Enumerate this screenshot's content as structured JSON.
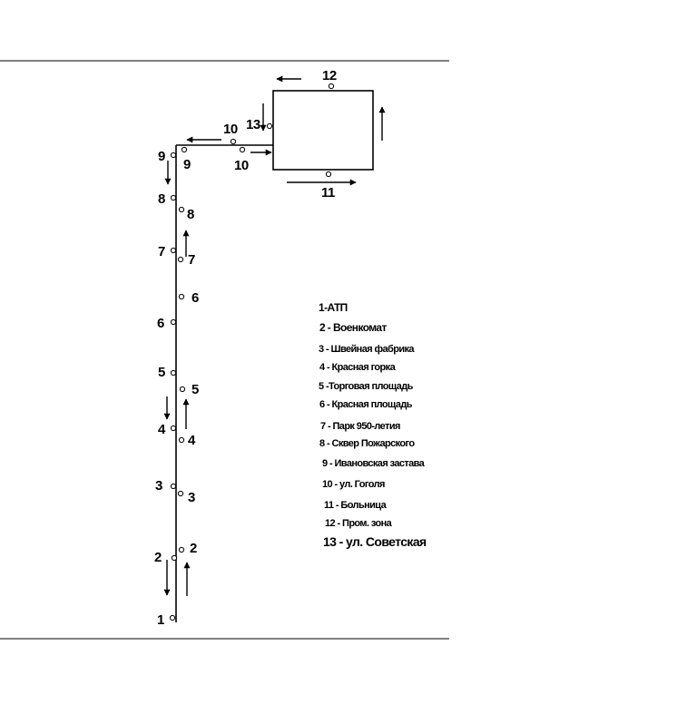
{
  "stop_labels": {
    "s1": "1",
    "s2": "2",
    "s3": "3",
    "s4": "4",
    "s5": "5",
    "s6": "6",
    "s7": "7",
    "s8": "8",
    "s9": "9",
    "s10": "10",
    "s11": "11",
    "s12": "12",
    "s13": "13"
  },
  "legend": [
    "1-АТП",
    "2 - Военкомат",
    "3 - Швейная фабрика",
    "4 - Красная горка",
    "5 -Торговая площадь",
    "6 - Красная площадь",
    "7 - Парк 950-летия",
    "8 - Сквер Пожарского",
    "9 - Ивановская застава",
    "10 - ул. Гоголя",
    "11 - Больница",
    "12 - Пром. зона",
    "13 - ул. Советская"
  ]
}
